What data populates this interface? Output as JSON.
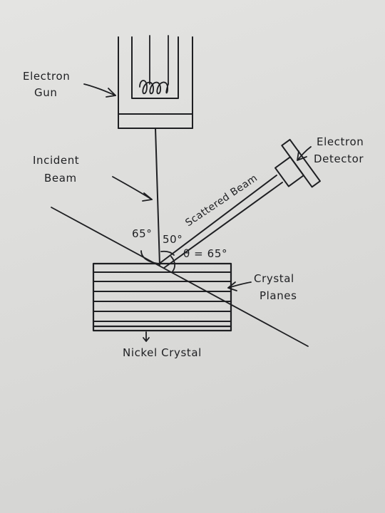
{
  "labels": {
    "electron_gun_line1": "Electron",
    "electron_gun_line2": "Gun",
    "electron_detector_line1": "Electron",
    "electron_detector_line2": "Detector",
    "incident_beam_line1": "Incident",
    "incident_beam_line2": "Beam",
    "scattered_beam": "Scattered Beam",
    "angle_left": "65°",
    "angle_middle": "50°",
    "angle_theta": "θ = 65°",
    "crystal_planes_line1": "Crystal",
    "crystal_planes_line2": "Planes",
    "nickel_crystal": "Nickel Crystal"
  },
  "colors": {
    "paper": "#dcdcda",
    "ink": "#1e1f22"
  }
}
